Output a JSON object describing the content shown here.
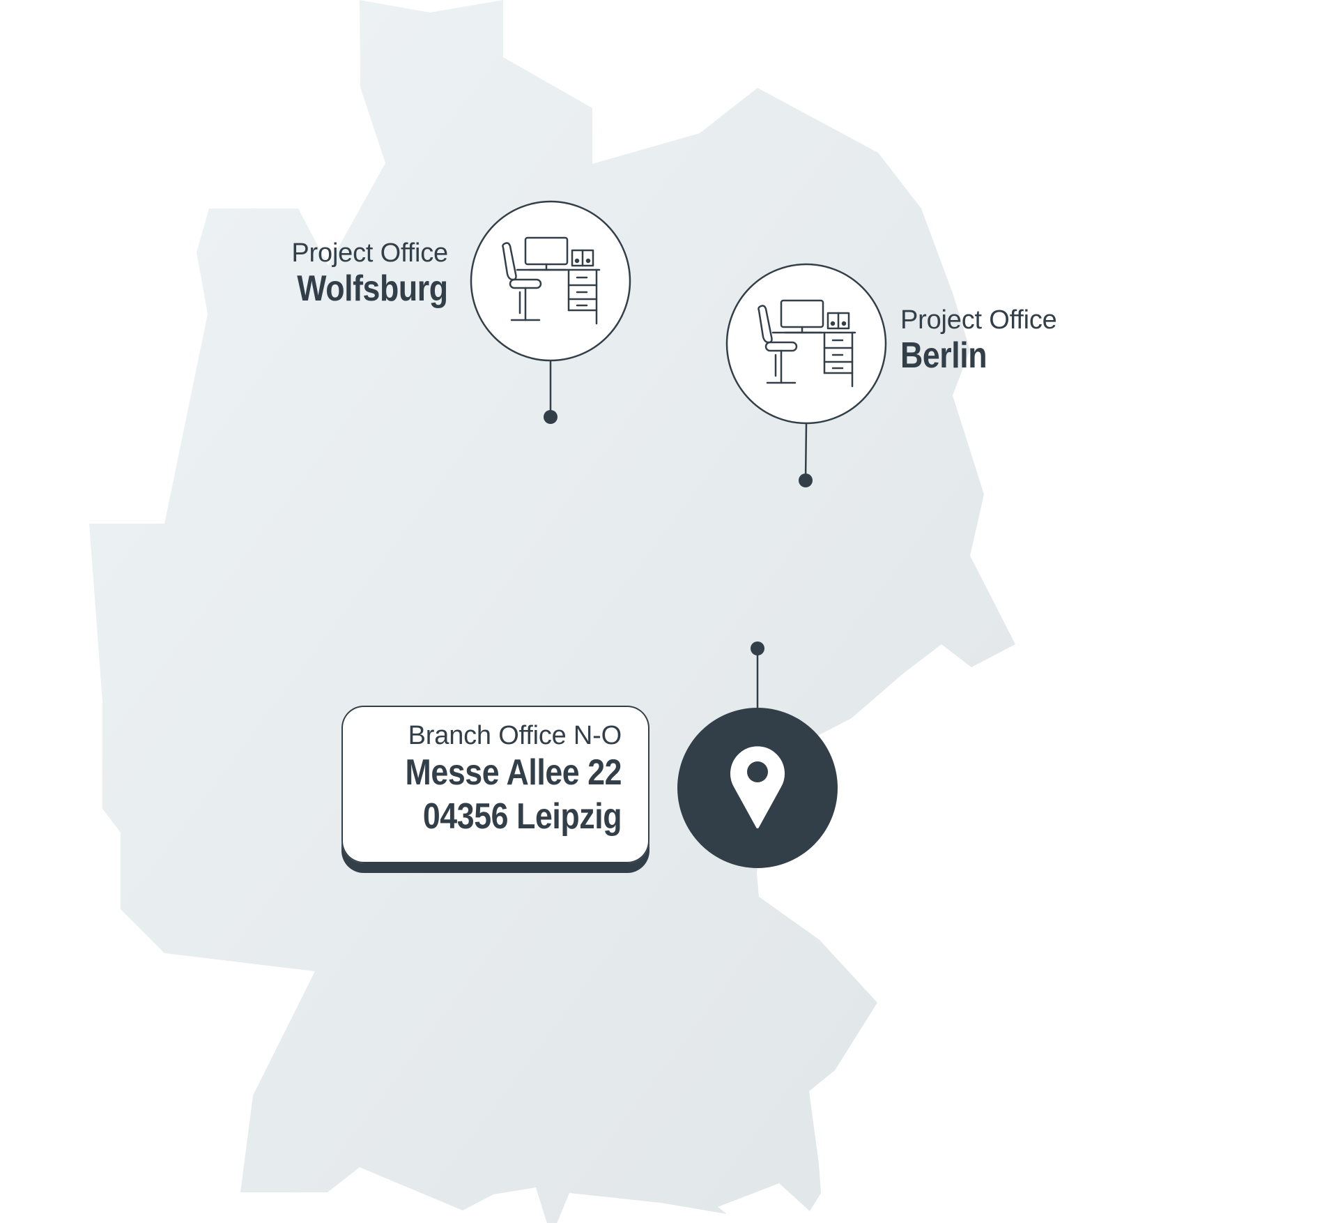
{
  "map": {
    "region": "Germany",
    "colors": {
      "land_light": "#eef3f5",
      "land_dark": "#e2e7ea",
      "accent": "#333f48",
      "background": "#ffffff"
    }
  },
  "offices": [
    {
      "type_label": "Project Office",
      "name": "Wolfsburg",
      "icon": "office-desk-icon"
    },
    {
      "type_label": "Project Office",
      "name": "Berlin",
      "icon": "office-desk-icon"
    }
  ],
  "branch": {
    "type_label": "Branch Office N-O",
    "street": "Messe Allee 22",
    "city_line": "04356 Leipzig",
    "icon": "location-pin-icon"
  }
}
